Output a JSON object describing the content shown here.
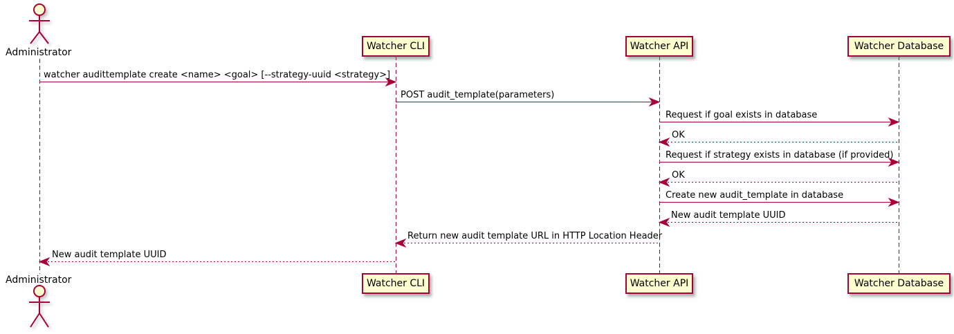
{
  "diagram_type": "uml-sequence",
  "colors": {
    "accent_line": "#A80036",
    "participant_fill": "#FEFECE",
    "background": "#FFFFFF",
    "text": "#000000"
  },
  "actor": {
    "label": "Administrator"
  },
  "participants": [
    {
      "id": "watcher-cli",
      "label": "Watcher CLI"
    },
    {
      "id": "watcher-api",
      "label": "Watcher API"
    },
    {
      "id": "watcher-database",
      "label": "Watcher Database"
    }
  ],
  "messages": [
    {
      "from": "Administrator",
      "to": "Watcher CLI",
      "style": "solid",
      "text": "watcher audittemplate create <name> <goal> [--strategy-uuid <strategy>]"
    },
    {
      "from": "Watcher CLI",
      "to": "Watcher API",
      "style": "solid",
      "text": "POST audit_template(parameters)"
    },
    {
      "from": "Watcher API",
      "to": "Watcher Database",
      "style": "solid",
      "text": "Request if goal exists in database"
    },
    {
      "from": "Watcher Database",
      "to": "Watcher API",
      "style": "dashed",
      "text": "OK"
    },
    {
      "from": "Watcher API",
      "to": "Watcher Database",
      "style": "solid",
      "text": "Request if strategy exists in database (if provided)"
    },
    {
      "from": "Watcher Database",
      "to": "Watcher API",
      "style": "dashed",
      "text": "OK"
    },
    {
      "from": "Watcher API",
      "to": "Watcher Database",
      "style": "solid",
      "text": "Create new audit_template in database"
    },
    {
      "from": "Watcher Database",
      "to": "Watcher API",
      "style": "dashed",
      "text": "New audit template UUID"
    },
    {
      "from": "Watcher API",
      "to": "Watcher CLI",
      "style": "dashed",
      "text": "Return new audit template URL in HTTP Location Header"
    },
    {
      "from": "Watcher CLI",
      "to": "Administrator",
      "style": "dashed",
      "text": "New audit template UUID"
    }
  ]
}
